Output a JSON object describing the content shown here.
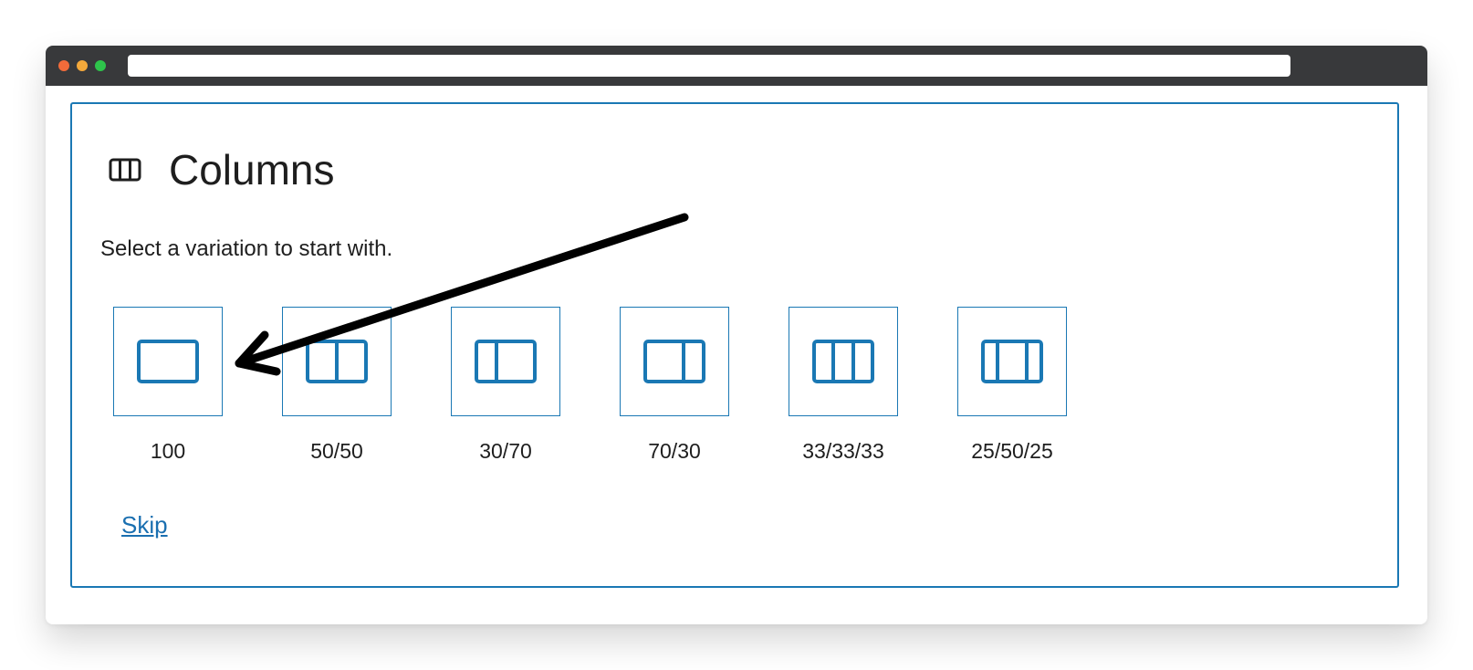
{
  "colors": {
    "accent": "#1a78b4",
    "titlebar": "#38393b",
    "text": "#1e1e1e",
    "link": "#1a6fb0",
    "annotation": "#000000"
  },
  "block": {
    "icon": "columns-icon",
    "title": "Columns",
    "instructions": "Select a variation to start with.",
    "variations": [
      {
        "label": "100",
        "icon": "one-column-icon"
      },
      {
        "label": "50/50",
        "icon": "two-columns-50-50-icon"
      },
      {
        "label": "30/70",
        "icon": "two-columns-30-70-icon"
      },
      {
        "label": "70/30",
        "icon": "two-columns-70-30-icon"
      },
      {
        "label": "33/33/33",
        "icon": "three-columns-equal-icon"
      },
      {
        "label": "25/50/25",
        "icon": "three-columns-25-50-25-icon"
      }
    ],
    "skip_label": "Skip"
  },
  "annotation": {
    "type": "arrow",
    "points_to": "100"
  }
}
